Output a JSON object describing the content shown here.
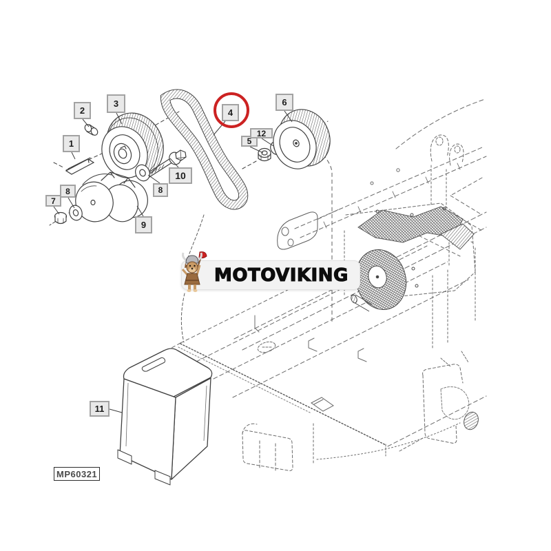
{
  "diagram": {
    "brand": "MOTOVIKING",
    "figure_code": "MP60321",
    "highlighted_callout": "4",
    "mascot_icon": "viking-dog-mascot",
    "callouts": [
      {
        "label": "1"
      },
      {
        "label": "2"
      },
      {
        "label": "3"
      },
      {
        "label": "4"
      },
      {
        "label": "5"
      },
      {
        "label": "6"
      },
      {
        "label": "7"
      },
      {
        "label": "8"
      },
      {
        "label": "8"
      },
      {
        "label": "9"
      },
      {
        "label": "10"
      },
      {
        "label": "11"
      },
      {
        "label": "12"
      }
    ]
  },
  "colors": {
    "background": "#ffffff",
    "line": "#3f3f3f",
    "frame_line": "#6a6a6a",
    "label_bg": "#e9e9e9",
    "label_border": "#a2a2a2",
    "highlight": "#cc2222",
    "banner_bg": "#f2f2f2",
    "banner_text": "#0d0d0d"
  }
}
